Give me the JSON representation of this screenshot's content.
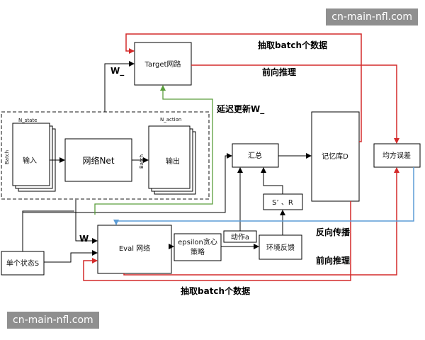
{
  "watermark": "cn-main-nfl.com",
  "nodes": {
    "target_net": "Target网路",
    "wangluo_net": "网络Net",
    "input": "输入",
    "output": "输出",
    "n_state": "N_state",
    "n_action": "N_action",
    "batch": "Batch",
    "summary": "汇总",
    "memory": "记忆库D",
    "mse": "均方误差",
    "eval_net": "Eval 网络",
    "epsilon_line1": "epsilon贪心",
    "epsilon_line2": "策略",
    "action": "动作a",
    "env_feedback": "环境反馈",
    "s_prime_r": "S’ 、R",
    "single_state": "单个状态S"
  },
  "edge_labels": {
    "sample_top": "抽取batch个数据",
    "forward_top": "前向推理",
    "delay_update": "延迟更新W_",
    "w_underscore": "W_",
    "w": "W",
    "backprop": "反向传播",
    "forward_bottom": "前向推理",
    "sample_bottom": "抽取batch个数据"
  },
  "colors": {
    "red": "#d42a2a",
    "green": "#5a9e3c",
    "blue": "#5b9bd5",
    "black": "#000000",
    "dashed_border": "#444444"
  }
}
